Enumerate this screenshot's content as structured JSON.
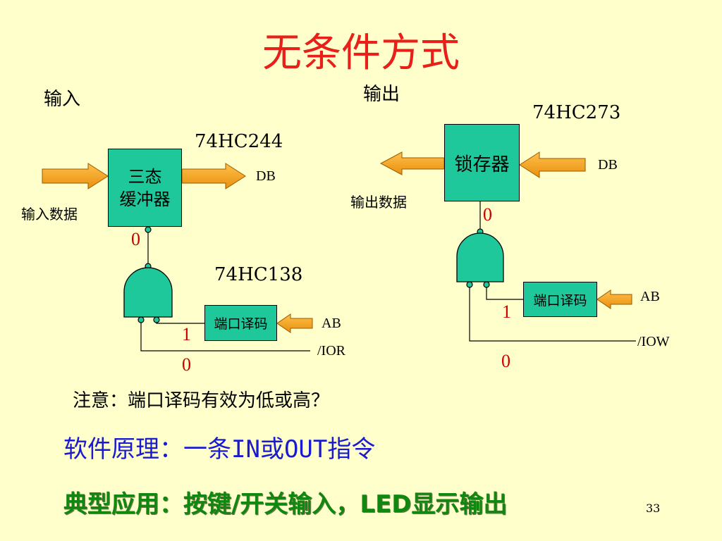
{
  "slide": {
    "title": "无条件方式",
    "page_number": "33"
  },
  "input_section": {
    "heading": "输入",
    "chip_buffer": "74HC244",
    "buffer_label_line1": "三态",
    "buffer_label_line2": "缓冲器",
    "bus_out": "DB",
    "data_in": "输入数据",
    "chip_decoder": "74HC138",
    "decoder_label": "端口译码",
    "addr_in": "AB",
    "ctrl_in": "/IOR",
    "bit_gate_out": "0",
    "bit_decoder_out": "1",
    "bit_ctrl": "0"
  },
  "output_section": {
    "heading": "输出",
    "chip_latch": "74HC273",
    "latch_label": "锁存器",
    "bus_in": "DB",
    "data_out": "输出数据",
    "decoder_label": "端口译码",
    "addr_in": "AB",
    "ctrl_in": "/IOW",
    "bit_gate_out": "0",
    "bit_decoder_out": "1",
    "bit_ctrl": "0"
  },
  "notes": {
    "question": "注意：端口译码有效为低或高？",
    "software": "软件原理：一条IN或OUT指令",
    "application": "典型应用：按键/开关输入，LED显示输出"
  },
  "colors": {
    "background": "#FFFFCC",
    "title": "#E8201A",
    "box_fill": "#1EC89A",
    "arrow_fill": "#F5A623",
    "bit_label": "#CC0000",
    "software_text": "#1A1AD0",
    "application_text": "#108810"
  }
}
